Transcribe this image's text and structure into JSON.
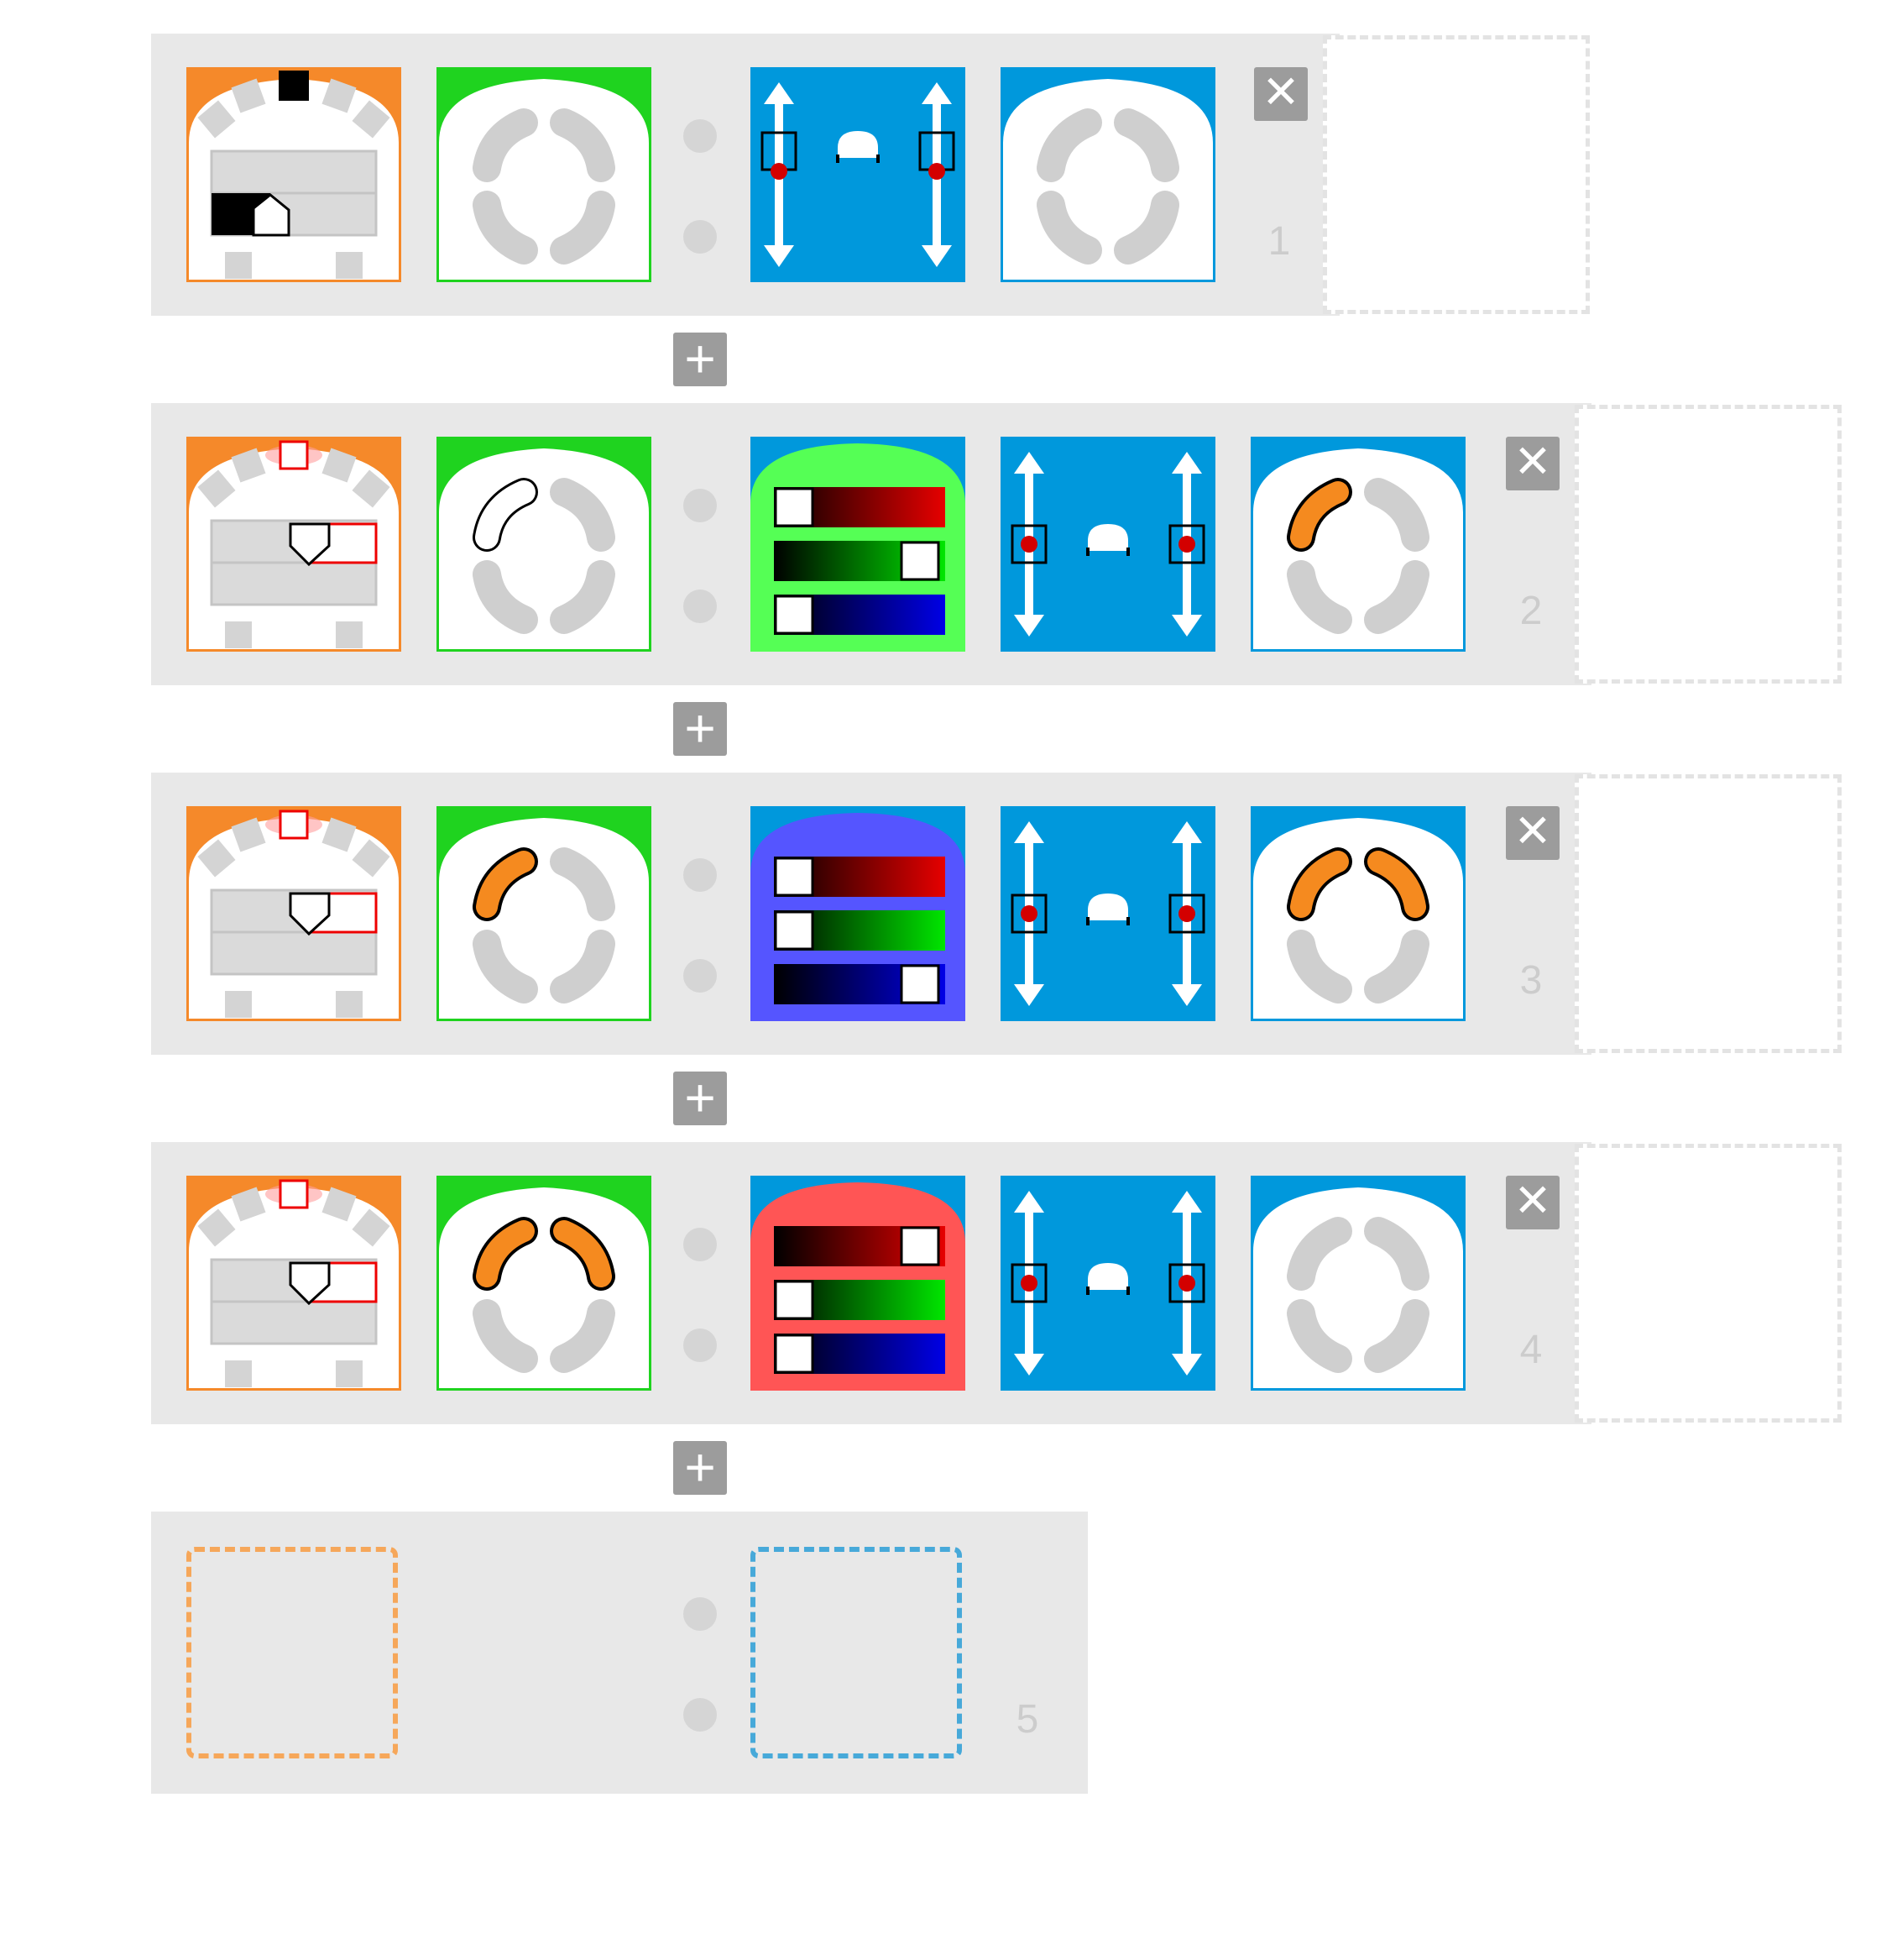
{
  "rows": [
    {
      "number": "1",
      "event": {
        "type": "button",
        "pressed": "forward"
      },
      "button_tile_color": "green",
      "actions": [
        "motors",
        "rings-off"
      ]
    },
    {
      "number": "2",
      "event": {
        "type": "ground"
      },
      "button_tile_color": "green",
      "actions": [
        "rgb-green",
        "motors",
        "ring-tl"
      ]
    },
    {
      "number": "3",
      "event": {
        "type": "ground"
      },
      "button_tile_color": "green",
      "actions": [
        "rgb-blue",
        "motors",
        "ring-tl-tr"
      ]
    },
    {
      "number": "4",
      "event": {
        "type": "ground"
      },
      "button_tile_color": "green",
      "actions": [
        "rgb-red",
        "motors",
        "rings-off"
      ]
    },
    {
      "number": "5",
      "event": {
        "type": "empty"
      },
      "actions": []
    }
  ],
  "rgb_levels": {
    "green": {
      "r": 0.0,
      "g": 1.0,
      "b": 0.0
    },
    "blue": {
      "r": 0.0,
      "g": 0.0,
      "b": 1.0
    },
    "red": {
      "r": 1.0,
      "g": 0.0,
      "b": 0.0
    }
  },
  "delete_label": "✕",
  "add_label": "+",
  "colors": {
    "event_orange": "#f5892a",
    "button_green": "#1fd31f",
    "action_blue": "#0098dc",
    "row_bg": "#e8e8e8",
    "ring_orange": "#f58a1f",
    "bumper_gray": "#d4d4d4",
    "slot_dashed_orange": "#f6a75a",
    "slot_dashed_blue": "#47a9d9"
  }
}
